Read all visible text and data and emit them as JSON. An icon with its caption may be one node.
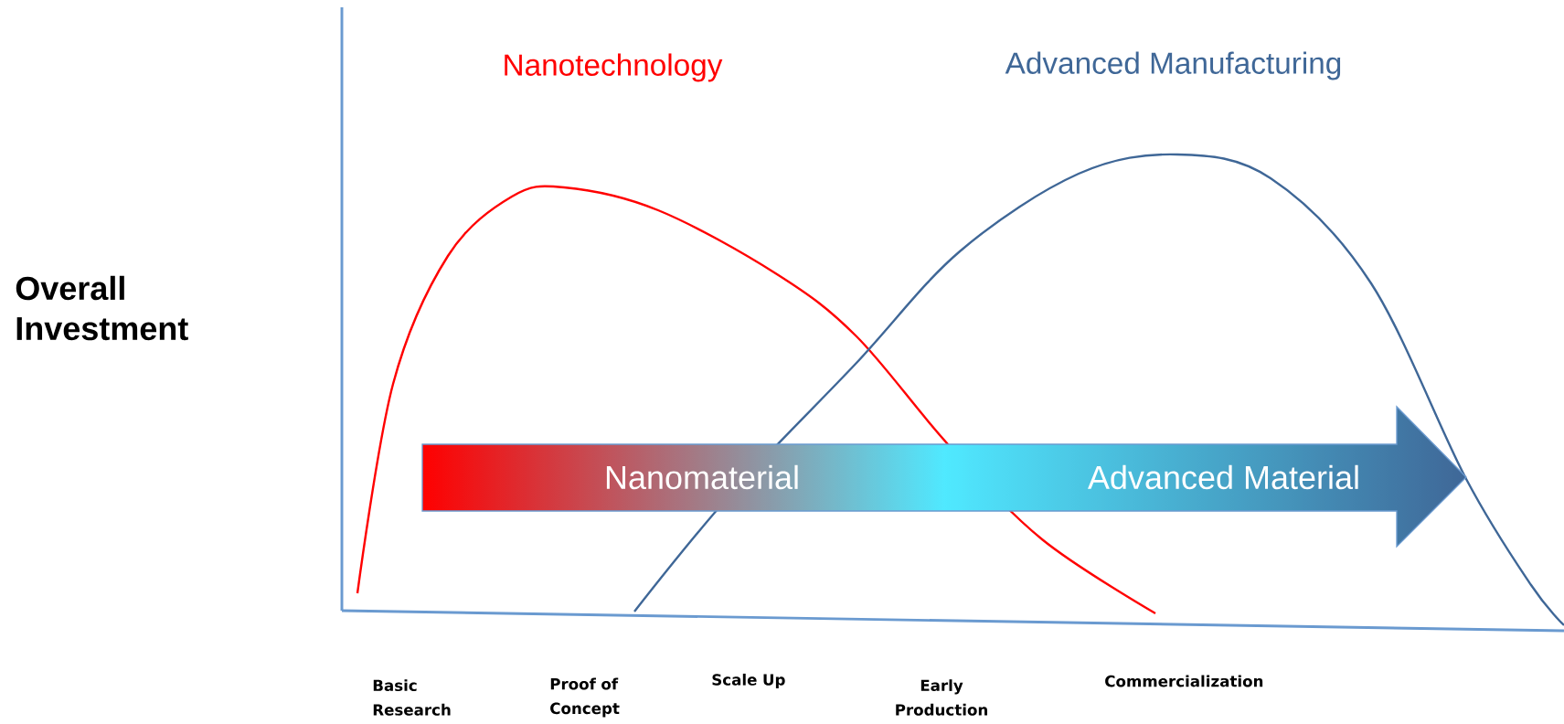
{
  "diagram": {
    "nodes": [
      {
        "text": [
          "Nanomaterial",
          "Advanced Material"
        ]
      }
    ],
    "labels": [
      "Nanotechnology",
      "Advanced Manufacturing",
      "Overall Investment",
      "Basic Research",
      "Proof of Concept",
      "Scale Up",
      "Early Production",
      "Commercialization"
    ]
  }
}
